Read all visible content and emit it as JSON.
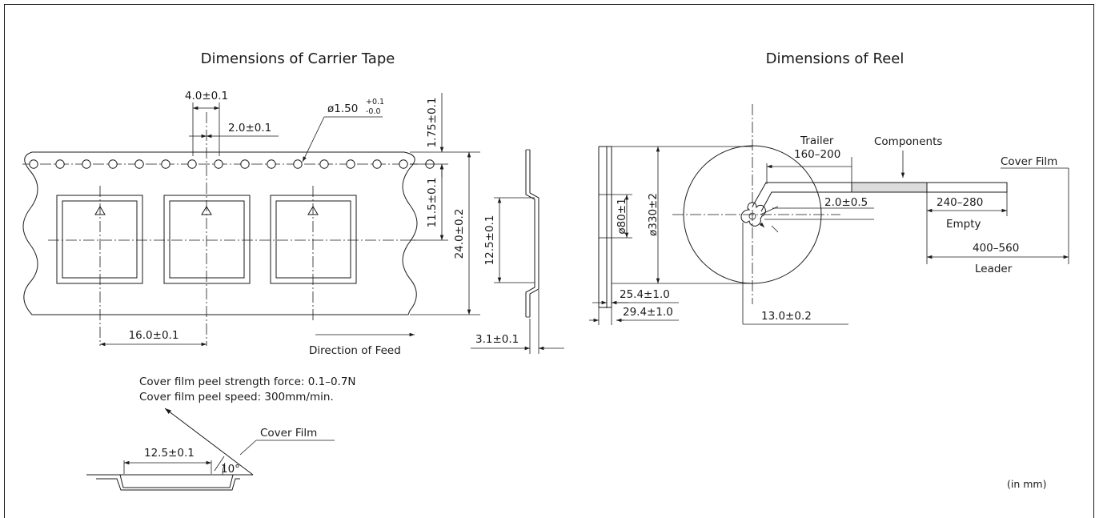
{
  "titles": {
    "carrier_tape": "Dimensions of Carrier Tape",
    "reel": "Dimensions of Reel"
  },
  "tape": {
    "pitch_hole": "4.0±0.1",
    "hole_offset": "2.0±0.1",
    "hole_dia_main": "ø1.50",
    "hole_dia_upper": "+0.1",
    "hole_dia_lower": "-0.0",
    "edge_to_hole": "1.75±0.1",
    "hole_to_center": "11.5±0.1",
    "tape_width": "24.0±0.2",
    "pocket_pitch": "16.0±0.1",
    "direction": "Direction of Feed",
    "pocket_depth_side": "12.5±0.1",
    "thickness": "3.1±0.1"
  },
  "peel": {
    "force": "Cover film peel strength force: 0.1–0.7N",
    "speed": "Cover film peel speed: 300mm/min.",
    "cover_film": "Cover Film",
    "width": "12.5±0.1",
    "angle": "10°"
  },
  "reel": {
    "trailer": "Trailer",
    "trailer_len": "160–200",
    "components": "Components",
    "cover_film": "Cover Film",
    "slot": "2.0±0.5",
    "empty_len": "240–280",
    "empty": "Empty",
    "leader_len": "400–560",
    "leader": "Leader",
    "hub_dia": "ø80±1",
    "reel_dia": "ø330±2",
    "inner_width": "25.4±1.0",
    "outer_width": "29.4±1.0",
    "arbor": "13.0±0.2"
  },
  "units": "(in mm)"
}
